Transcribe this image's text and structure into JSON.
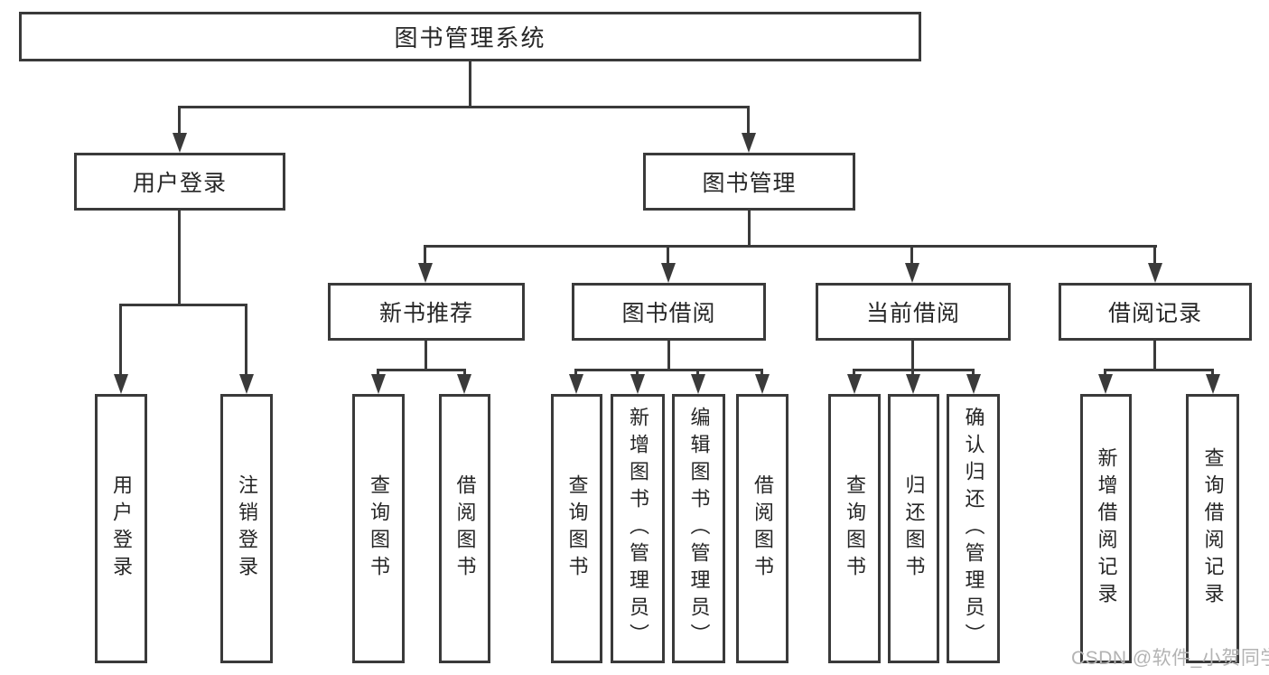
{
  "diagram": {
    "root": {
      "label": "图书管理系统"
    },
    "branches": [
      {
        "label": "用户登录",
        "leaves": [
          {
            "label": "用户登录"
          },
          {
            "label": "注销登录"
          }
        ]
      },
      {
        "label": "图书管理",
        "children": [
          {
            "label": "新书推荐",
            "leaves": [
              {
                "label": "查询图书"
              },
              {
                "label": "借阅图书"
              }
            ]
          },
          {
            "label": "图书借阅",
            "leaves": [
              {
                "label": "查询图书"
              },
              {
                "label": "新增图书（管理员）"
              },
              {
                "label": "编辑图书（管理员）"
              },
              {
                "label": "借阅图书"
              }
            ]
          },
          {
            "label": "当前借阅",
            "leaves": [
              {
                "label": "查询图书"
              },
              {
                "label": "归还图书"
              },
              {
                "label": "确认归还（管理员）"
              }
            ]
          },
          {
            "label": "借阅记录",
            "leaves": [
              {
                "label": "新增借阅记录"
              },
              {
                "label": "查询借阅记录"
              }
            ]
          }
        ]
      }
    ]
  },
  "watermark": {
    "text": "CSDN @软件_小贺同学"
  },
  "colors": {
    "line": "#3a3a3a",
    "text": "#262626",
    "watermark": "#b3b3b3",
    "background": "#ffffff"
  }
}
